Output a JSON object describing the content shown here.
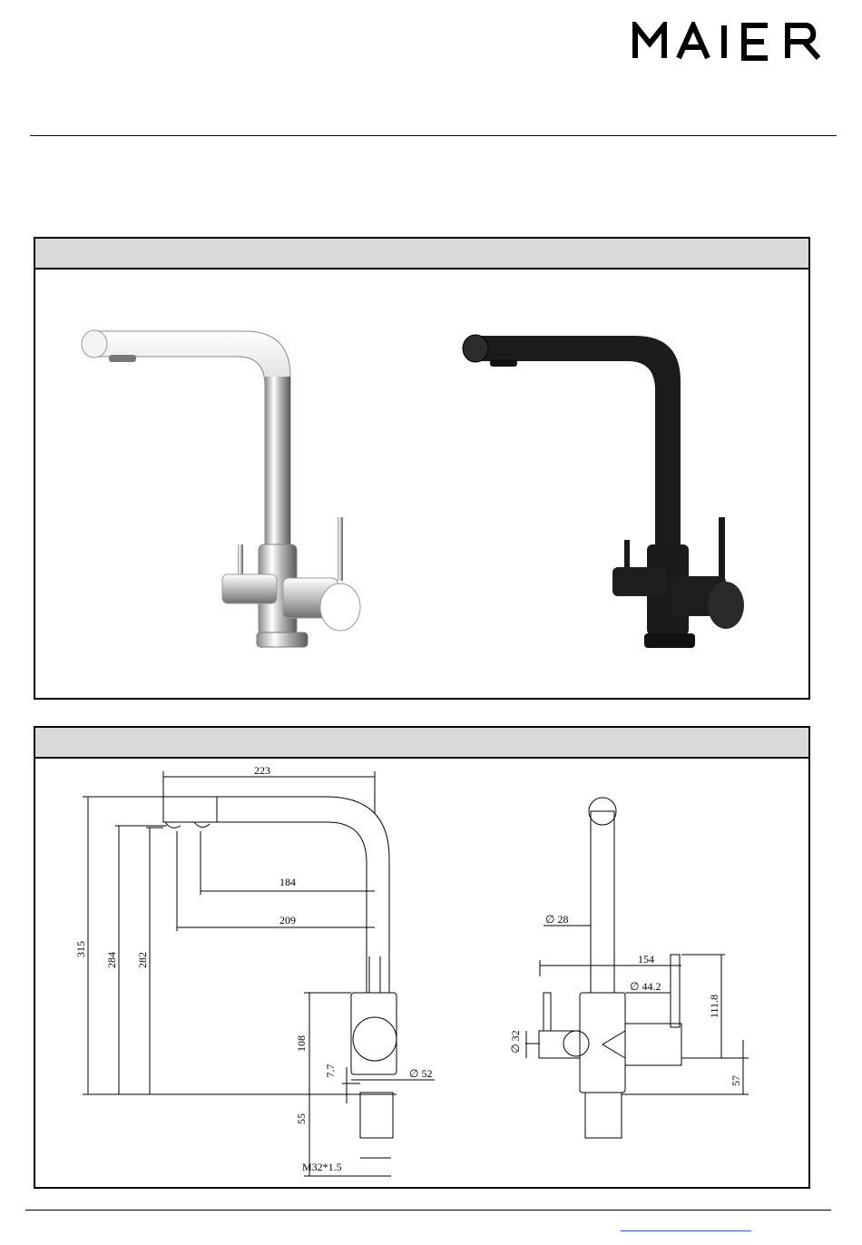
{
  "brand": {
    "logo_text": "MAIER"
  },
  "drawing": {
    "side": {
      "width_total": "223",
      "reach_a": "184",
      "reach_b": "209",
      "height_total": "315",
      "height_b": "284",
      "height_c": "282",
      "body_h": "108",
      "gap": "7.7",
      "base_d": "∅ 52",
      "shank_h": "55",
      "thread": "M32*1.5"
    },
    "front": {
      "spout_d": "∅ 28",
      "width": "154",
      "body_d": "∅ 44.2",
      "lever_d": "∅ 32",
      "lever_h": "111.8",
      "axis_h": "57"
    }
  }
}
